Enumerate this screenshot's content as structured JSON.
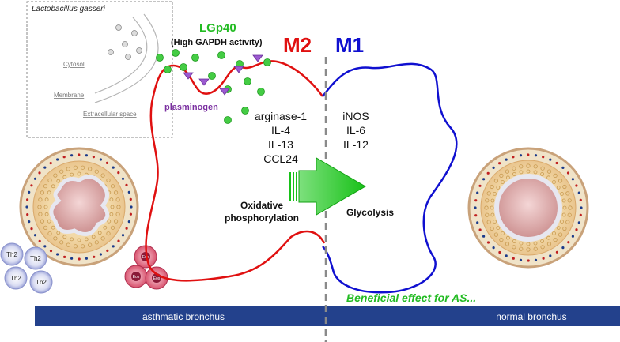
{
  "inset": {
    "species": "Lactobacillus gasseri",
    "cytosol": "Cytosol",
    "membrane": "Membrane",
    "extracellular": "Extracellular space"
  },
  "protein": {
    "name": "LGp40",
    "activity": "(High GAPDH activity)"
  },
  "plasminogen": "plasminogen",
  "m2": {
    "label": "M2",
    "markers": [
      "arginase-1",
      "IL-4",
      "IL-13",
      "CCL24"
    ],
    "metabolism": [
      "Oxidative",
      "phosphorylation"
    ]
  },
  "m1": {
    "label": "M1",
    "markers": [
      "iNOS",
      "IL-6",
      "IL-12"
    ],
    "metabolism": "Glycolysis"
  },
  "th2_cells": [
    "Th2",
    "Th2",
    "Th2",
    "Th2"
  ],
  "eos_cells": [
    "Eos",
    "Eos",
    "Eos"
  ],
  "beneficial": "Beneficial effect for AS...",
  "bar": {
    "left": "asthmatic bronchus",
    "right": "normal bronchus"
  },
  "colors": {
    "m2": "#e01010",
    "m1": "#1010d0",
    "green": "#22bb22",
    "bar": "#23418c",
    "plasminogen": "#7a2fa0"
  }
}
